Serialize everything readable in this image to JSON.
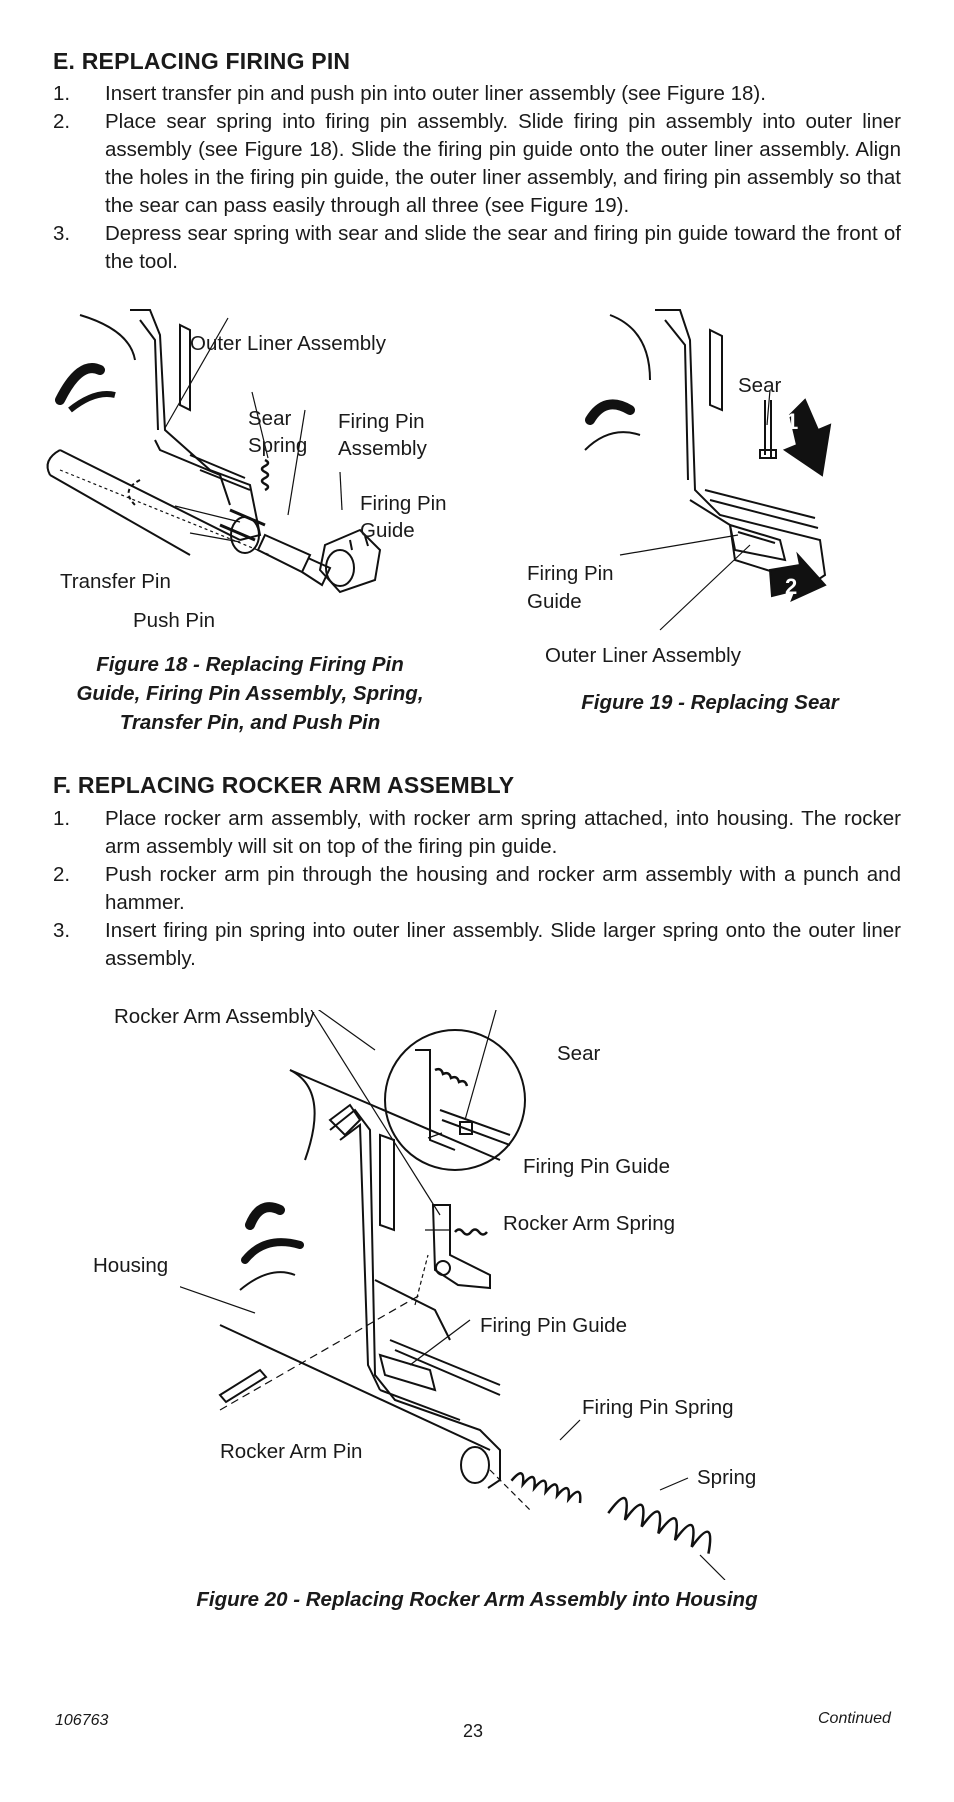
{
  "sectionE": {
    "heading": "E. REPLACING FIRING PIN",
    "steps": [
      {
        "num": "1.",
        "text": "Insert transfer pin and push pin into outer liner assembly (see Figure 18)."
      },
      {
        "num": "2.",
        "text": "Place sear spring into firing pin assembly. Slide firing pin assembly into outer liner assembly (see Figure 18). Slide the firing pin guide onto the outer liner assembly. Align the holes in the firing pin guide, the outer liner assembly, and firing pin assembly so that the sear can pass easily through all three (see Figure 19)."
      },
      {
        "num": "3.",
        "text": "Depress sear spring with sear and slide the sear and firing pin guide toward the front of the tool."
      }
    ]
  },
  "figure18": {
    "labels": {
      "outer_liner": "Outer Liner Assembly",
      "sear_spring_1": "Sear",
      "sear_spring_2": "Spring",
      "firing_pin_assembly_1": "Firing Pin",
      "firing_pin_assembly_2": "Assembly",
      "firing_pin_guide_1": "Firing Pin",
      "firing_pin_guide_2": "Guide",
      "transfer_pin": "Transfer Pin",
      "push_pin": "Push Pin"
    },
    "caption_lines": [
      "Figure 18 - Replacing Firing Pin",
      "Guide, Firing Pin Assembly, Spring,",
      "Transfer Pin, and Push Pin"
    ]
  },
  "figure19": {
    "labels": {
      "sear": "Sear",
      "firing_pin_guide_1": "Firing Pin",
      "firing_pin_guide_2": "Guide",
      "outer_liner": "Outer Liner Assembly",
      "arrow1": "1",
      "arrow2": "2"
    },
    "caption": "Figure 19 - Replacing Sear"
  },
  "sectionF": {
    "heading": "F. REPLACING ROCKER ARM ASSEMBLY",
    "steps": [
      {
        "num": "1.",
        "text": "Place rocker arm assembly, with rocker arm spring attached, into housing. The rocker arm assembly will sit on top of the firing pin guide."
      },
      {
        "num": "2.",
        "text": "Push rocker arm pin through the housing and rocker arm assembly with a punch and hammer."
      },
      {
        "num": "3.",
        "text": "Insert firing pin spring into outer liner assembly. Slide larger spring onto the outer liner assembly."
      }
    ]
  },
  "figure20": {
    "labels": {
      "rocker_arm_assembly": "Rocker Arm Assembly",
      "sear": "Sear",
      "firing_pin_guide_top": "Firing Pin Guide",
      "rocker_arm_spring": "Rocker Arm Spring",
      "housing": "Housing",
      "firing_pin_guide": "Firing Pin Guide",
      "firing_pin_spring": "Firing Pin Spring",
      "rocker_arm_pin": "Rocker Arm Pin",
      "spring": "Spring"
    },
    "caption": "Figure 20 - Replacing Rocker Arm Assembly into Housing"
  },
  "footer": {
    "doc_number": "106763",
    "page": "23",
    "continued": "Continued"
  }
}
